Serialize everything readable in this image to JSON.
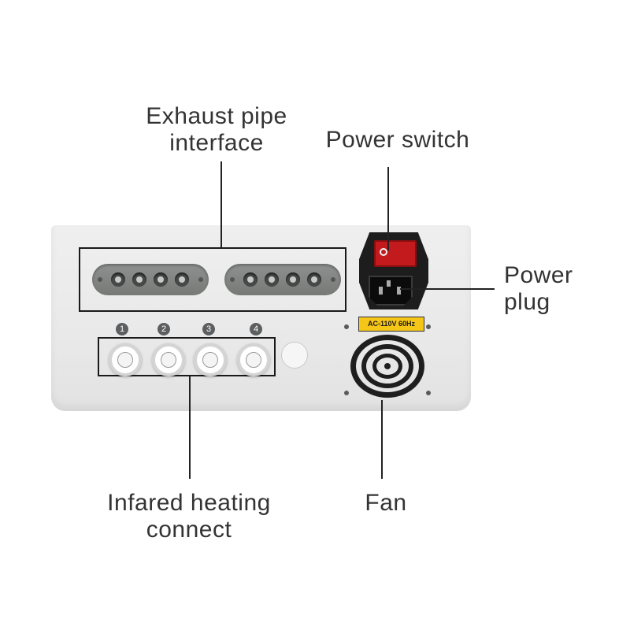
{
  "labels": {
    "exhaust": {
      "line1": "Exhaust pipe",
      "line2": "interface"
    },
    "power_switch": "Power switch",
    "power_plug": {
      "line1": "Power",
      "line2": "plug"
    },
    "infrared": {
      "line1": "Infared heating",
      "line2": "connect"
    },
    "fan": "Fan"
  },
  "port_numbers": [
    "1",
    "2",
    "3",
    "4"
  ],
  "voltage_label": "AC-110V 60Hz",
  "colors": {
    "switch": "#c21a1d",
    "warning_label": "#f5c518",
    "panel": "#ececec"
  }
}
